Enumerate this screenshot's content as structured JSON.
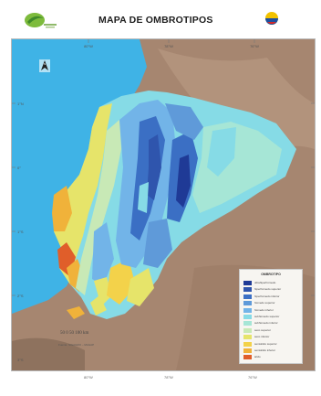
{
  "header": {
    "title": "MAPA DE OMBROTIPOS"
  },
  "colors": {
    "ocean": "#3fb3e6",
    "land_neighbor": "#a68670",
    "ultrahyperhumid": "#1f3a96",
    "hyperhumid": "#3b6fc4",
    "humid": "#72b4e8",
    "subhumid": "#86dbe6",
    "dry": "#c8e9b6",
    "semiarid": "#e6e46a",
    "arid": "#f0b23a",
    "hyperarid": "#e05e2a"
  },
  "icons": [
    "org-logo-left",
    "north-arrow-icon",
    "institution-logo-right"
  ],
  "legend": {
    "title": "OMBROTIPO",
    "items": [
      {
        "label": "ultrahiperhúmedo",
        "color": "#1f3a96"
      },
      {
        "label": "hiperhúmedo superior",
        "color": "#2f55ad"
      },
      {
        "label": "hiperhúmedo inferior",
        "color": "#3b6fc4"
      },
      {
        "label": "húmedo superior",
        "color": "#5f9ad9"
      },
      {
        "label": "húmedo inferior",
        "color": "#72b4e8"
      },
      {
        "label": "subhúmedo superior",
        "color": "#86dbe6"
      },
      {
        "label": "subhúmedo inferior",
        "color": "#a6e6d6"
      },
      {
        "label": "seco superior",
        "color": "#c8e9b6"
      },
      {
        "label": "seco inferior",
        "color": "#e6e46a"
      },
      {
        "label": "semiárido superior",
        "color": "#f3d24a"
      },
      {
        "label": "semiárido inferior",
        "color": "#f0b23a"
      },
      {
        "label": "árido",
        "color": "#e05e2a"
      }
    ]
  },
  "ticks": {
    "top": [
      "80°W",
      "78°W",
      "76°W"
    ],
    "left": [
      "1°N",
      "0°",
      "1°S",
      "2°S",
      "3°S"
    ],
    "bottom": [
      "80°W",
      "78°W",
      "76°W"
    ]
  },
  "scale_text": "50  0  50  100 km",
  "credits": "Fuente: SIGAGRO – MAGAP"
}
